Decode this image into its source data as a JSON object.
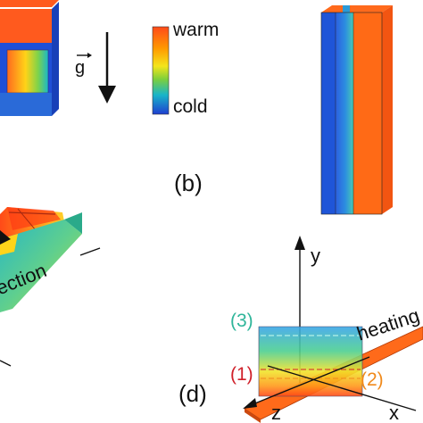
{
  "figure": {
    "panels": [
      {
        "id": "b",
        "label": "(b)"
      },
      {
        "id": "d",
        "label": "(d)"
      }
    ],
    "gravity_label": "g",
    "colorbar": {
      "top_label": "warm",
      "bottom_label": "cold"
    },
    "panel_c_fragment_label": "ection",
    "panel_d": {
      "axes": {
        "x": "x",
        "y": "y",
        "z": "z"
      },
      "heating_label": "heating",
      "cut_markers": [
        {
          "label": "(1)",
          "color": "#d0202a"
        },
        {
          "label": "(2)",
          "color": "#f08a1c"
        },
        {
          "label": "(3)",
          "color": "#2fb59a"
        }
      ]
    },
    "colors": {
      "warm": "#ff5a1e",
      "cold": "#1f4fd8"
    }
  }
}
